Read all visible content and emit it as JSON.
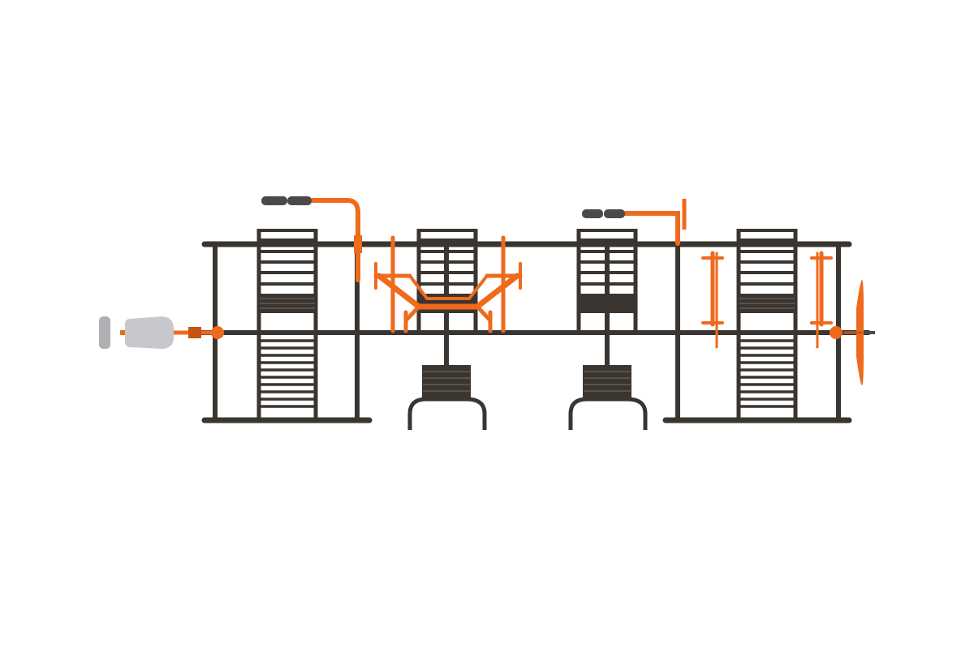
{
  "scene": {
    "subject": "outdoor-fitness-station-top-view",
    "background": "#ffffff",
    "colors": {
      "frame": "#3a3530",
      "frame_highlight": "#5a534c",
      "accent": "#ee6a1c",
      "accent_dark": "#c9530f",
      "grip": "#4a4a4a",
      "seat": "#c8c8cc"
    },
    "parts": [
      "frame-beams",
      "wall-bars-1",
      "wall-bars-2",
      "wall-bars-3",
      "wall-bars-4",
      "pull-up-handle-left",
      "pull-up-handle-right",
      "parallel-dip-bars",
      "bench-left",
      "bench-right",
      "leg-press-seat",
      "rotating-wheel",
      "vertical-handles"
    ]
  }
}
